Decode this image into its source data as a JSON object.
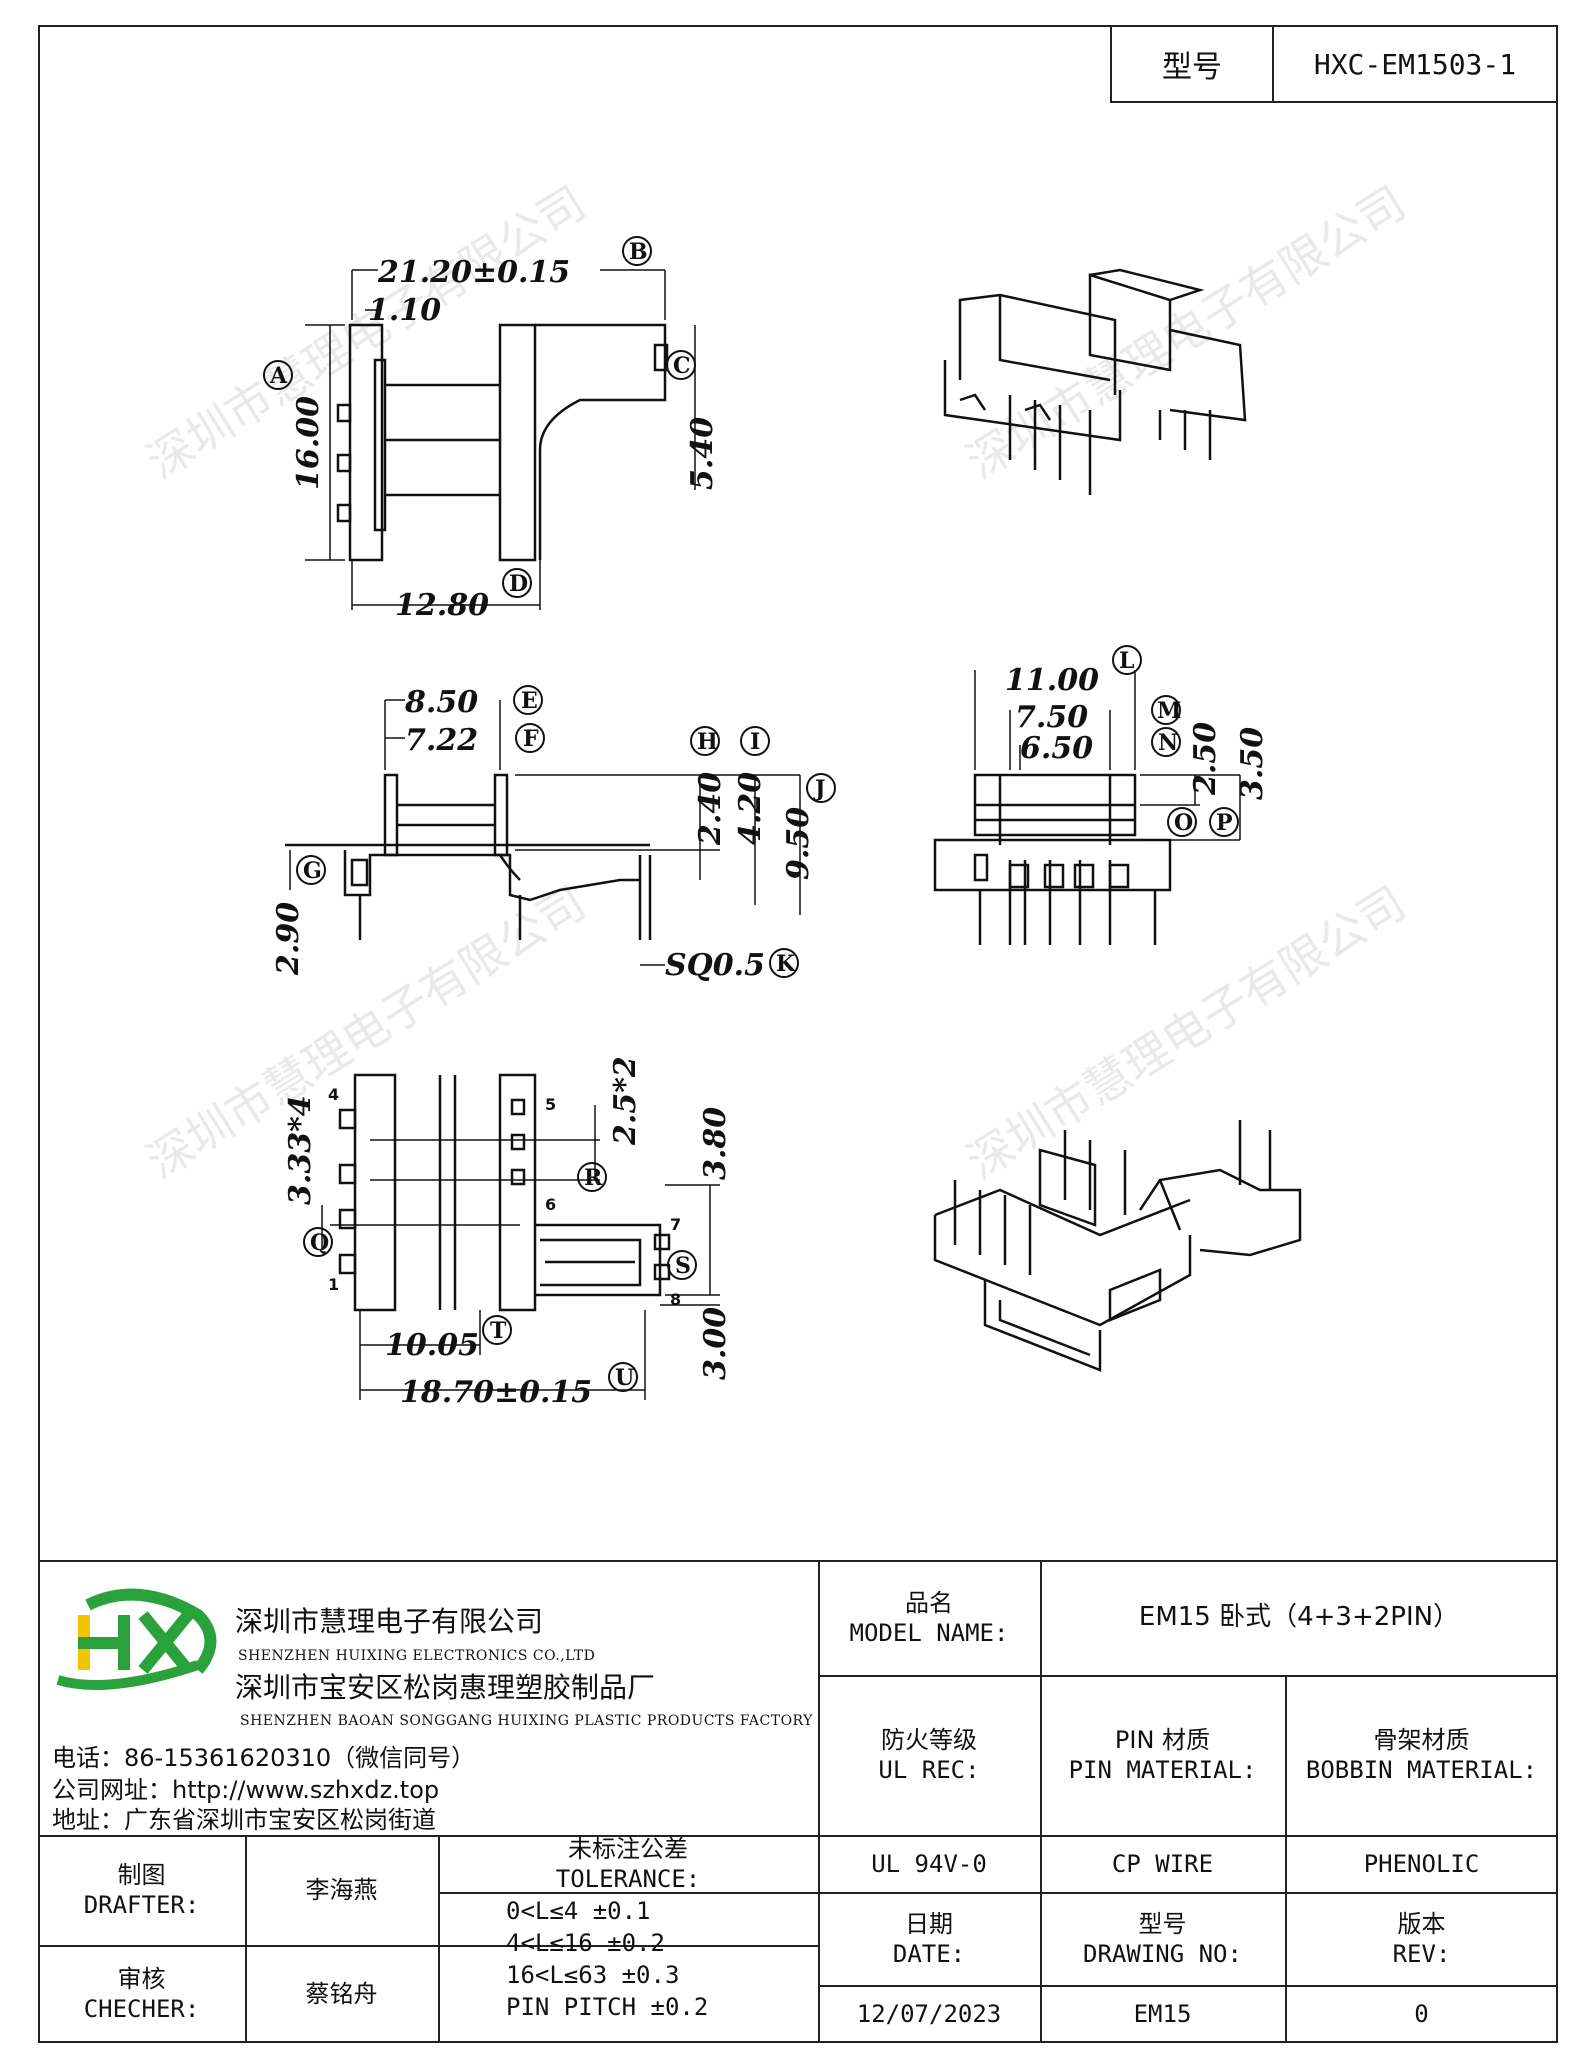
{
  "model_label": "型号",
  "model_value": "HXC-EM1503-1",
  "watermark": "深圳市慧理电子有限公司",
  "dims": {
    "d_21_20": "21.20±0.15",
    "d_1_10": "1.10",
    "d_16_00": "16.00",
    "d_5_40": "5.40",
    "d_12_80": "12.80",
    "d_8_50": "8.50",
    "d_7_22": "7.22",
    "d_2_40": "2.40",
    "d_4_20": "4.20",
    "d_9_50": "9.50",
    "d_2_90": "2.90",
    "d_sq": "SQ0.5",
    "d_11_00": "11.00",
    "d_7_50": "7.50",
    "d_6_50": "6.50",
    "d_2_50": "2.50",
    "d_3_50": "3.50",
    "d_3_33": "3.33*4",
    "d_2_5": "2.5*2",
    "d_3_80": "3.80",
    "d_3_00": "3.00",
    "d_10_05": "10.05",
    "d_18_70": "18.70±0.15"
  },
  "labels": {
    "A": "A",
    "B": "B",
    "C": "C",
    "D": "D",
    "E": "E",
    "F": "F",
    "G": "G",
    "H": "H",
    "I": "I",
    "J": "J",
    "K": "K",
    "L": "L",
    "M": "M",
    "N": "N",
    "O": "O",
    "P": "P",
    "Q": "Q",
    "R": "R",
    "S": "S",
    "T": "T",
    "U": "U"
  },
  "pins": {
    "p1": "1",
    "p4": "4",
    "p5": "5",
    "p6": "6",
    "p7": "7",
    "p8": "8"
  },
  "company": {
    "name_cn": "深圳市慧理电子有限公司",
    "name_en": "SHENZHEN HUIXING ELECTRONICS CO.,LTD",
    "factory_cn": "深圳市宝安区松岗惠理塑胶制品厂",
    "factory_en": "SHENZHEN BAOAN SONGGANG HUIXING PLASTIC PRODUCTS FACTORY",
    "phone": "电话：86-15361620310（微信同号）",
    "website": "公司网址：http://www.szhxdz.top",
    "address": "地址：广东省深圳市宝安区松岗街道",
    "logo_text": "HX"
  },
  "title_block": {
    "model_name_cn": "品名",
    "model_name_en": "MODEL NAME:",
    "model_name_value": "EM15 卧式（4+3+2PIN）",
    "ul_cn": "防火等级",
    "ul_en": "UL REC:",
    "pin_mat_cn": "PIN 材质",
    "pin_mat_en": "PIN MATERIAL:",
    "bobbin_cn": "骨架材质",
    "bobbin_en": "BOBBIN MATERIAL:",
    "ul_value": "UL 94V-0",
    "pin_value": "CP WIRE",
    "bobbin_value": "PHENOLIC",
    "drafter_cn": "制图",
    "drafter_en": "DRAFTER:",
    "drafter_name": "李海燕",
    "checker_cn": "审核",
    "checker_en": "CHECHER:",
    "checker_name": "蔡铭舟",
    "tolerance_cn": "未标注公差",
    "tolerance_en": "TOLERANCE:",
    "tol1": "0<L≤4   ±0.1",
    "tol2": "4<L≤16  ±0.2",
    "tol3": "16<L≤63 ±0.3",
    "tol4": "PIN PITCH ±0.2",
    "date_cn": "日期",
    "date_en": "DATE:",
    "date_value": "12/07/2023",
    "drawing_cn": "型号",
    "drawing_en": "DRAWING NO:",
    "drawing_value": "EM15",
    "rev_cn": "版本",
    "rev_en": "REV:",
    "rev_value": "0"
  },
  "colors": {
    "logo_green": "#2aa13a",
    "logo_yellow": "#f2c500",
    "line": "#222222"
  }
}
